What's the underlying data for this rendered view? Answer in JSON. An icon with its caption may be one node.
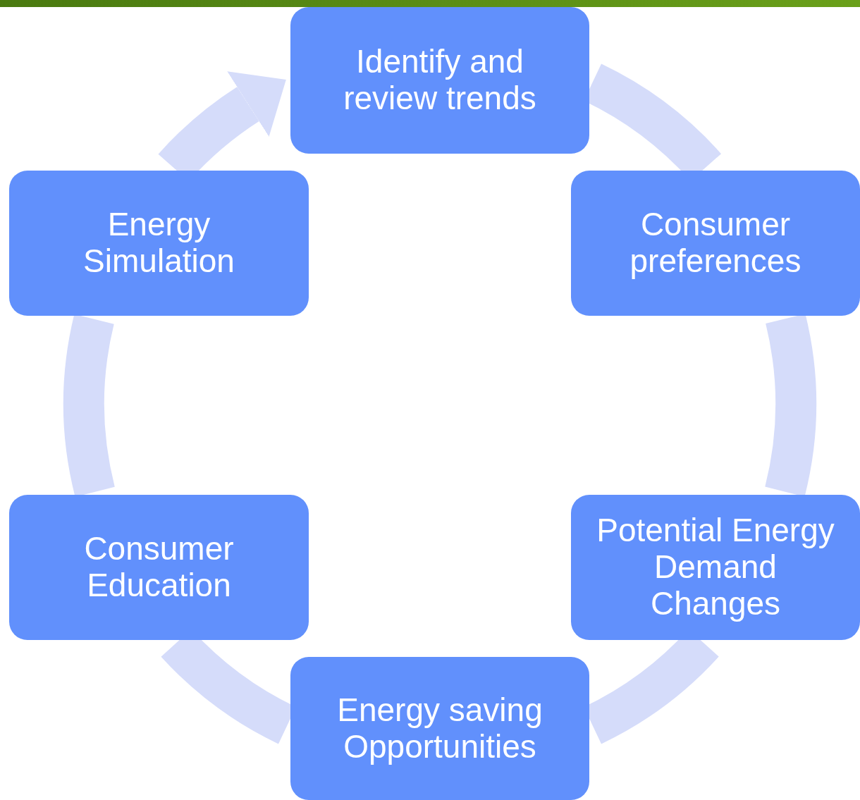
{
  "diagram": {
    "nodes": [
      {
        "text": [
          "Identify and review trends"
        ]
      },
      {
        "text": [
          "Consumer preferences"
        ]
      },
      {
        "text": [
          "Potential Energy Demand Changes"
        ]
      },
      {
        "text": [
          "Energy saving Opportunities"
        ]
      },
      {
        "text": [
          "Consumer Education"
        ]
      },
      {
        "text": [
          "Energy Simulation"
        ]
      }
    ],
    "edges": [
      {
        "from": 0,
        "to": 1,
        "arrow": "none"
      },
      {
        "from": 1,
        "to": 2,
        "arrow": "none"
      },
      {
        "from": 2,
        "to": 3,
        "arrow": "none"
      },
      {
        "from": 3,
        "to": 4,
        "arrow": "none"
      },
      {
        "from": 4,
        "to": 5,
        "arrow": "none"
      },
      {
        "from": 5,
        "to": 0,
        "arrow": "to"
      }
    ]
  }
}
